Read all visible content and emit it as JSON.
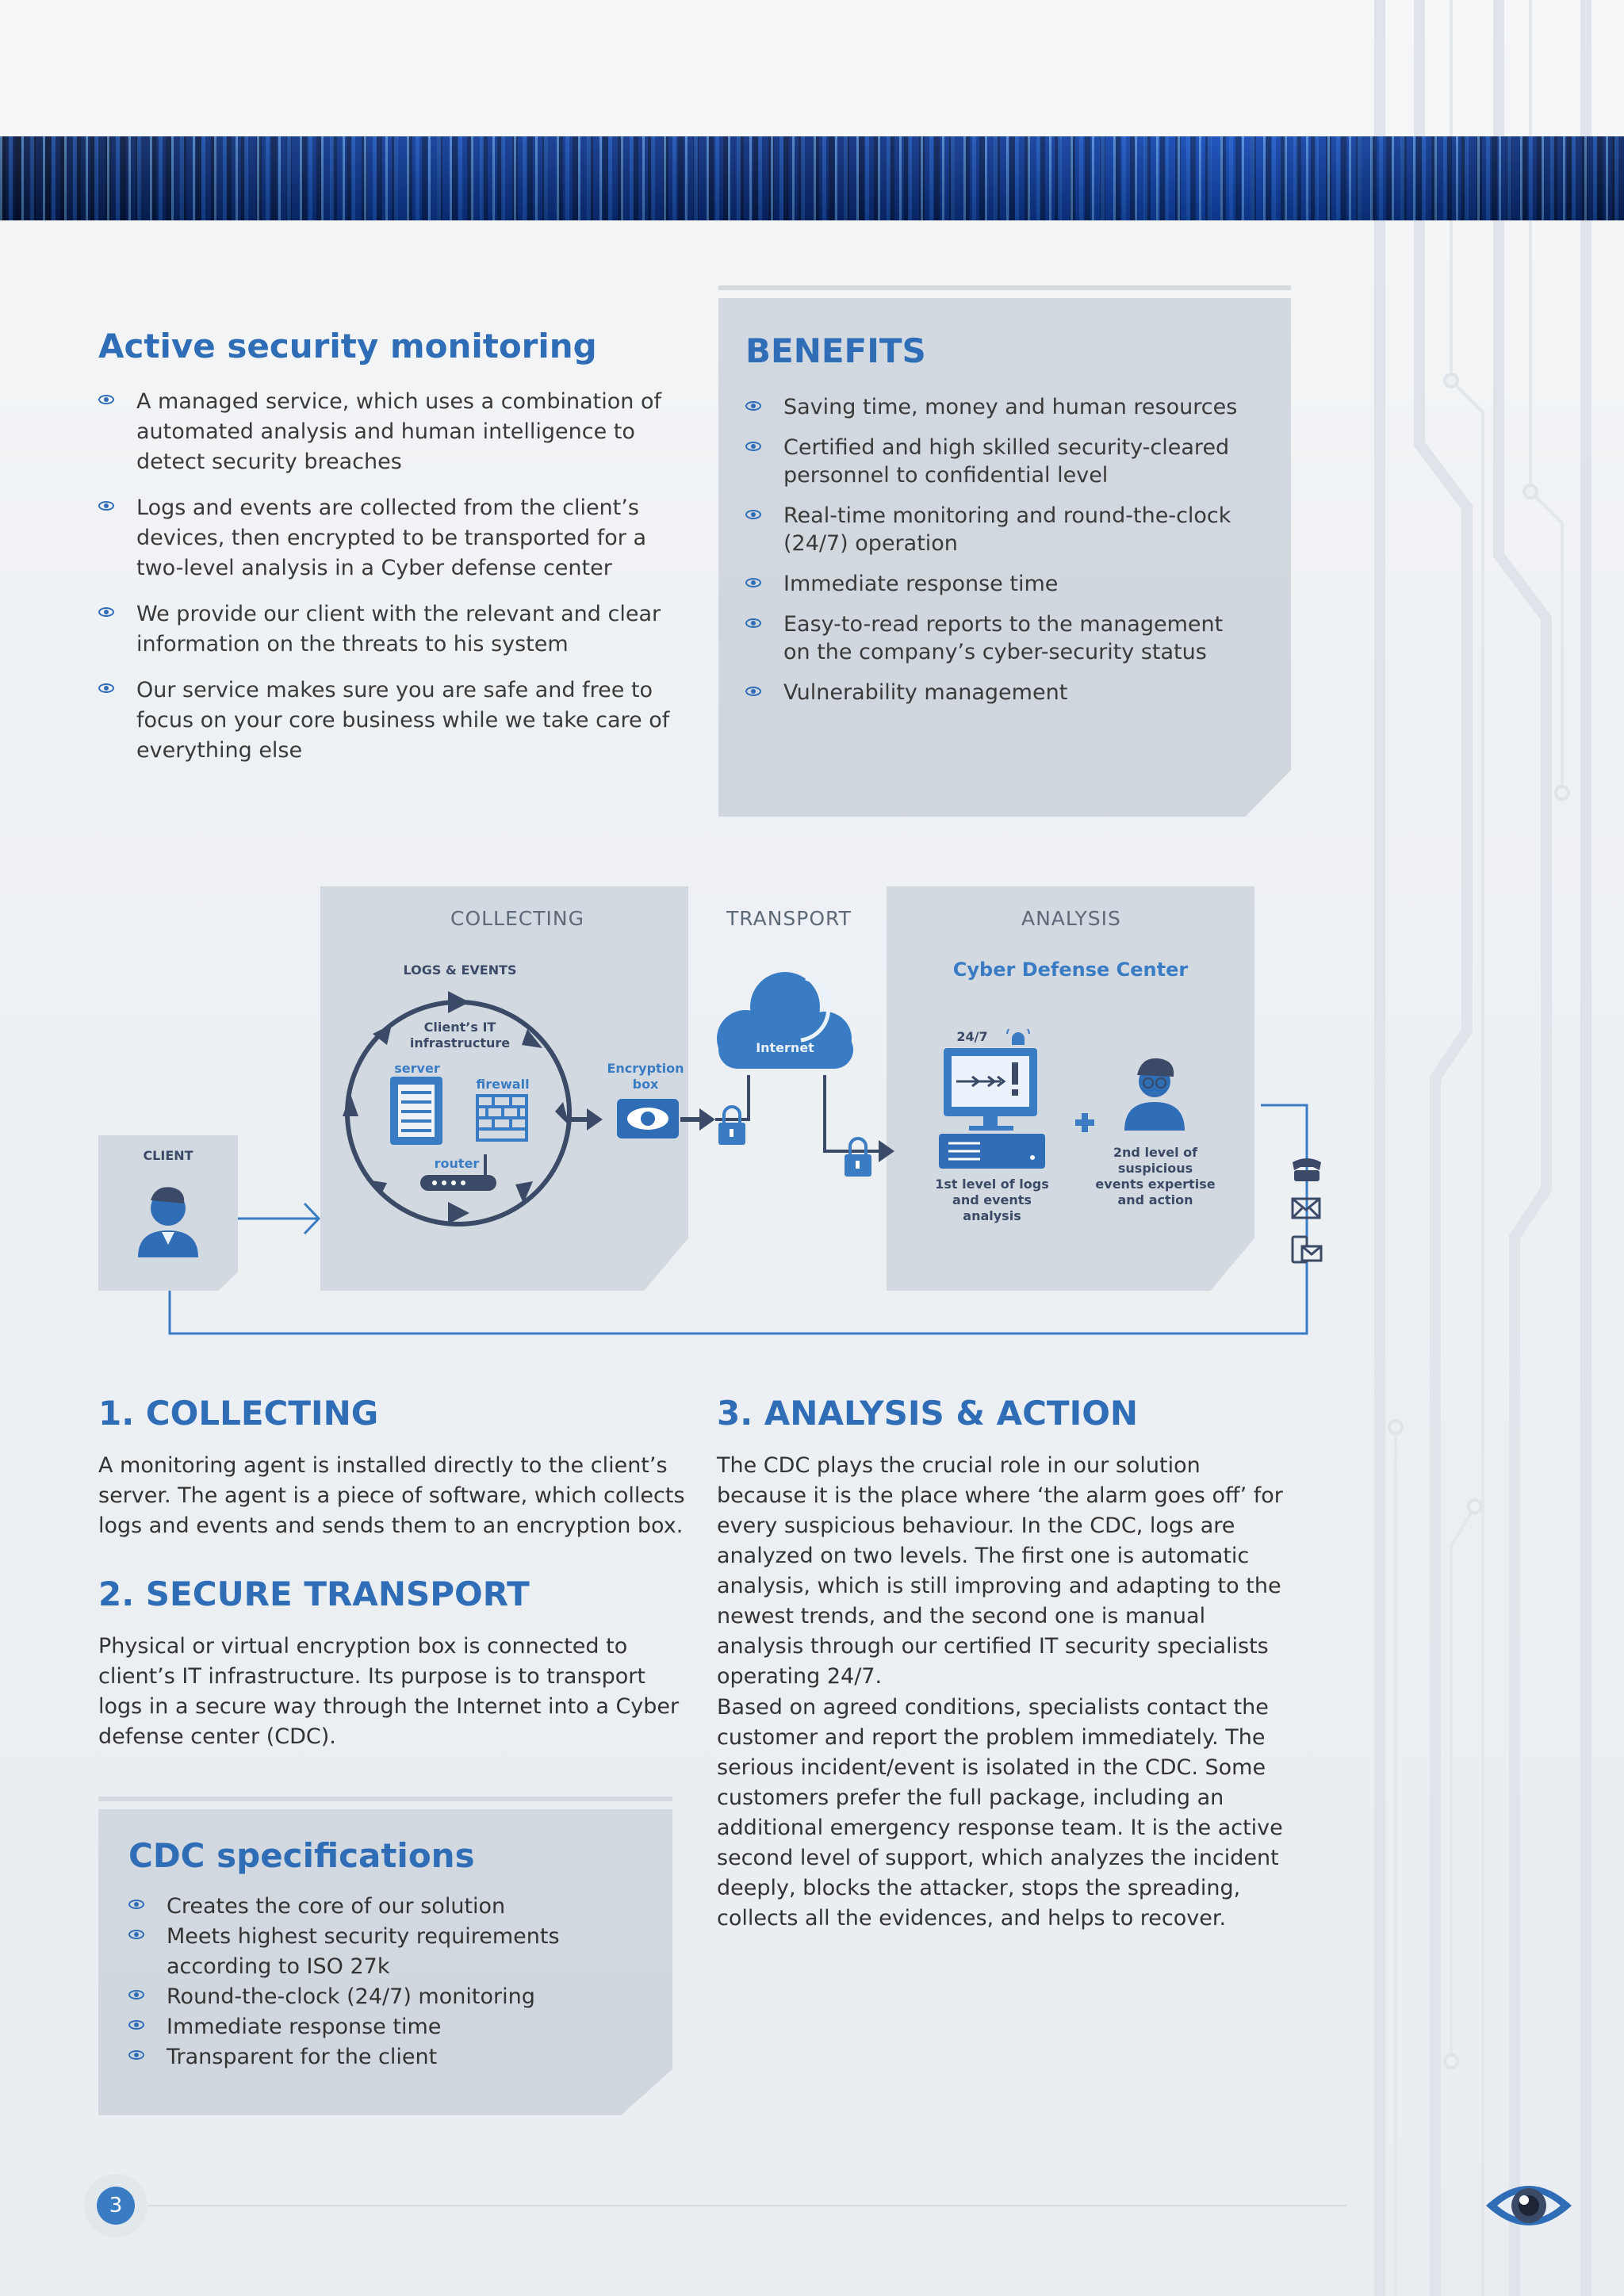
{
  "colors": {
    "accent": "#2f6db6",
    "light_accent": "#3a7cc4",
    "navy": "#3b4a66",
    "panel": "#d3d9e0"
  },
  "monitoring": {
    "title": "Active security monitoring",
    "items": [
      "A managed service, which uses a combination of automated analysis and human intelligence to detect security breaches",
      "Logs and events are collected from the client’s devices, then encrypted to be transported for a two-level analysis in a Cyber defense center",
      "We provide our client with the relevant and clear information on the threats to his system",
      "Our service makes sure you are safe and free to focus on your core business while we take care of everything else"
    ]
  },
  "benefits": {
    "title": "BENEFITS",
    "items": [
      "Saving time, money and human resources",
      "Certified and high skilled security-cleared personnel to confidential level",
      "Real-time monitoring and round-the-clock (24/7) operation",
      "Immediate response time",
      "Easy-to-read reports to the management on the company’s cyber-security status",
      "Vulnerability management"
    ]
  },
  "diagram": {
    "client": "CLIENT",
    "collecting": "COLLECTING",
    "transport": "TRANSPORT",
    "analysis": "ANALYSIS",
    "logs_events": "LOGS & EVENTS",
    "clients_it": "Client’s IT infrastructure",
    "server": "server",
    "firewall": "firewall",
    "router": "router",
    "encryption_box": "Encryption box",
    "internet": "Internet",
    "cdc": "Cyber Defense Center",
    "always_on": "24/7",
    "first_level": "1st level of logs and events analysis",
    "second_level": "2nd level of suspicious events expertise and action"
  },
  "section1": {
    "title": "1. COLLECTING",
    "text": "A monitoring agent is installed directly to the client’s server. The agent is a piece of software, which collects logs and events and sends them to an encryption box."
  },
  "section2": {
    "title": "2. SECURE TRANSPORT",
    "text": "Physical or virtual encryption box is connected to client’s IT infrastructure. Its purpose is to transport logs in a secure way through the Internet into a Cyber defense center (CDC)."
  },
  "section3": {
    "title": "3. ANALYSIS & ACTION",
    "p1": "The CDC plays the crucial role in our solution because it is the place where ‘the alarm goes off’ for every suspicious behaviour. In the CDC, logs are analyzed on two levels. The first one is automatic analysis, which is still improving and adapting to the newest trends, and the second one is manual analysis through our certified IT security specialists operating 24/7.",
    "p2": "Based on agreed conditions, specialists contact the customer and report the problem immediately. The serious incident/event is isolated in the CDC. Some customers prefer the full package, including an additional emergency response team. It is the active second level of support, which analyzes the incident deeply, blocks the attacker, stops the spreading, collects all the evidences, and helps to recover."
  },
  "cdc_specs": {
    "title": "CDC specifications",
    "items": [
      "Creates the core of our solution",
      "Meets highest security requirements according to ISO 27k",
      "Round-the-clock (24/7) monitoring",
      "Immediate response time",
      "Transparent for the client"
    ]
  },
  "footer": {
    "page_number": "3"
  }
}
